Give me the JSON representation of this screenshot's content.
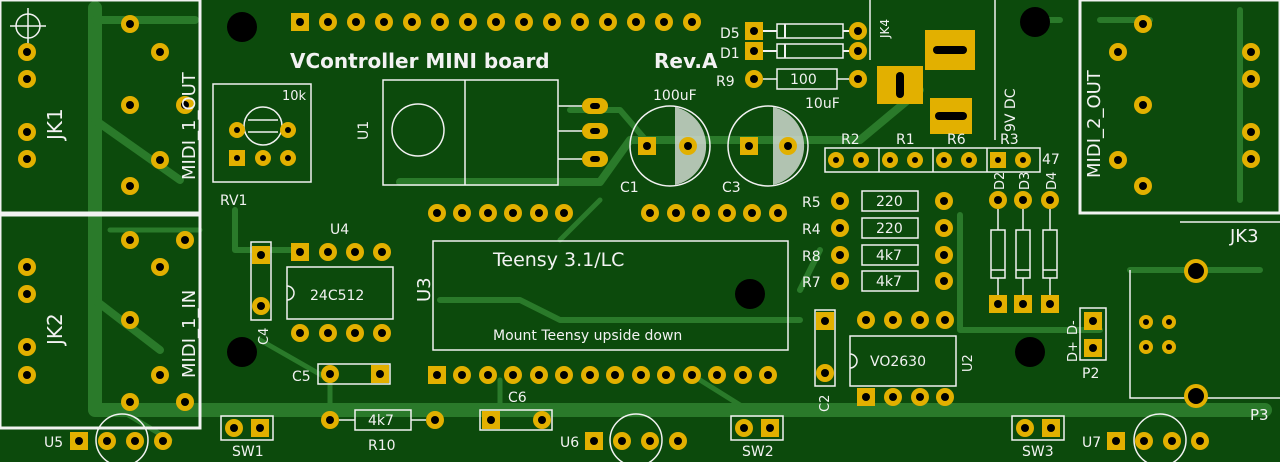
{
  "board": {
    "title": "VController MINI board",
    "revision": "Rev.A",
    "colors": {
      "substrate": "#0c4a0c",
      "trace": "#2a7a2a",
      "pad": "#e2b000",
      "silkscreen": "#f2f2f2",
      "hole": "#000000"
    }
  },
  "connectors": {
    "jk1": {
      "ref": "JK1",
      "name": "MIDI_1_OUT"
    },
    "jk2": {
      "ref": "JK2",
      "name": "MIDI_1_IN"
    },
    "jk3": {
      "ref": "JK3"
    },
    "jk4": {
      "ref": "JK4",
      "name": "9V DC"
    },
    "midi2": {
      "ref": "MIDI_2_OUT"
    },
    "p2": {
      "ref": "P2",
      "pin1": "D-",
      "pin2": "D+"
    },
    "p3": {
      "ref": "P3"
    }
  },
  "teensy": {
    "ref": "U3",
    "name": "Teensy 3.1/LC",
    "note": "Mount Teensy upside down"
  },
  "u1": {
    "ref": "U1"
  },
  "u2": {
    "ref": "U2",
    "value": "VO2630"
  },
  "u4": {
    "ref": "U4",
    "value": "24C512"
  },
  "rv1": {
    "ref": "RV1",
    "value": "10k"
  },
  "c1": {
    "ref": "C1",
    "value": "100uF"
  },
  "c3": {
    "ref": "C3",
    "value": "10uF"
  },
  "caps": {
    "c2": "C2",
    "c4": "C4",
    "c5": "C5",
    "c6": "C6"
  },
  "diodes": {
    "d1": "D1",
    "d2": "D2",
    "d3": "D3",
    "d4": "D4",
    "d5": "D5"
  },
  "resistors": {
    "r1": "R1",
    "r2": "R2",
    "r3": "R3",
    "r3_value": "47",
    "r6": "R6",
    "r4": {
      "ref": "R4",
      "value": "220"
    },
    "r5": {
      "ref": "R5",
      "value": "220"
    },
    "r7": {
      "ref": "R7",
      "value": "4k7"
    },
    "r8": {
      "ref": "R8",
      "value": "4k7"
    },
    "r9": {
      "ref": "R9",
      "value": "100"
    },
    "r10": {
      "ref": "R10",
      "value": "4k7"
    }
  },
  "switches": {
    "sw1": "SW1",
    "sw2": "SW2",
    "sw3": "SW3"
  },
  "pots": {
    "u5": "U5",
    "u6": "U6",
    "u7": "U7"
  }
}
